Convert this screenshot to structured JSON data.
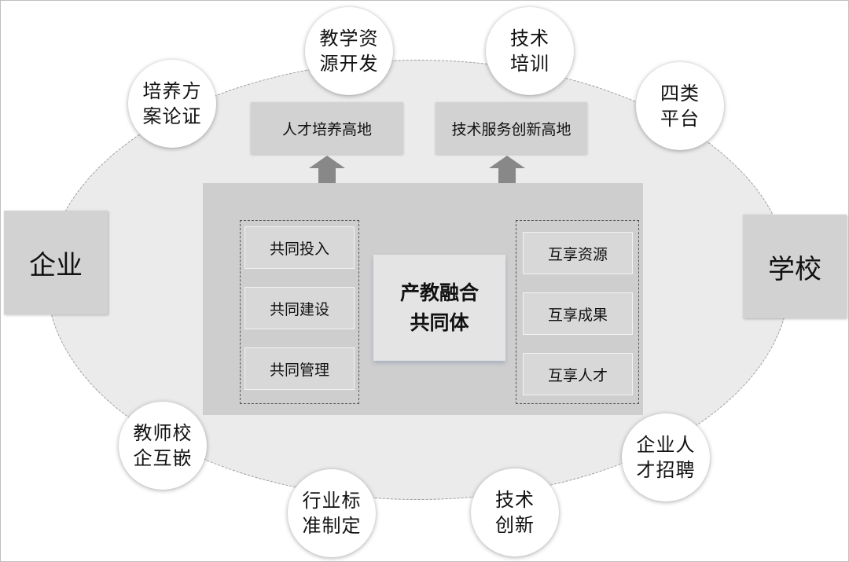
{
  "left_party": "企业",
  "right_party": "学校",
  "center": {
    "line1": "产教融合",
    "line2": "共同体"
  },
  "goals": [
    "人才培养高地",
    "技术服务创新高地"
  ],
  "left_group": [
    "共同投入",
    "共同建设",
    "共同管理"
  ],
  "right_group": [
    "互享资源",
    "互享成果",
    "互享人才"
  ],
  "activities": [
    {
      "line1": "培养方",
      "line2": "案论证"
    },
    {
      "line1": "教学资",
      "line2": "源开发"
    },
    {
      "line1": "技术",
      "line2": "培训"
    },
    {
      "line1": "四类",
      "line2": "平台"
    },
    {
      "line1": "企业人",
      "line2": "才招聘"
    },
    {
      "line1": "技术",
      "line2": "创新"
    },
    {
      "line1": "行业标",
      "line2": "准制定"
    },
    {
      "line1": "教师校",
      "line2": "企互嵌"
    }
  ]
}
